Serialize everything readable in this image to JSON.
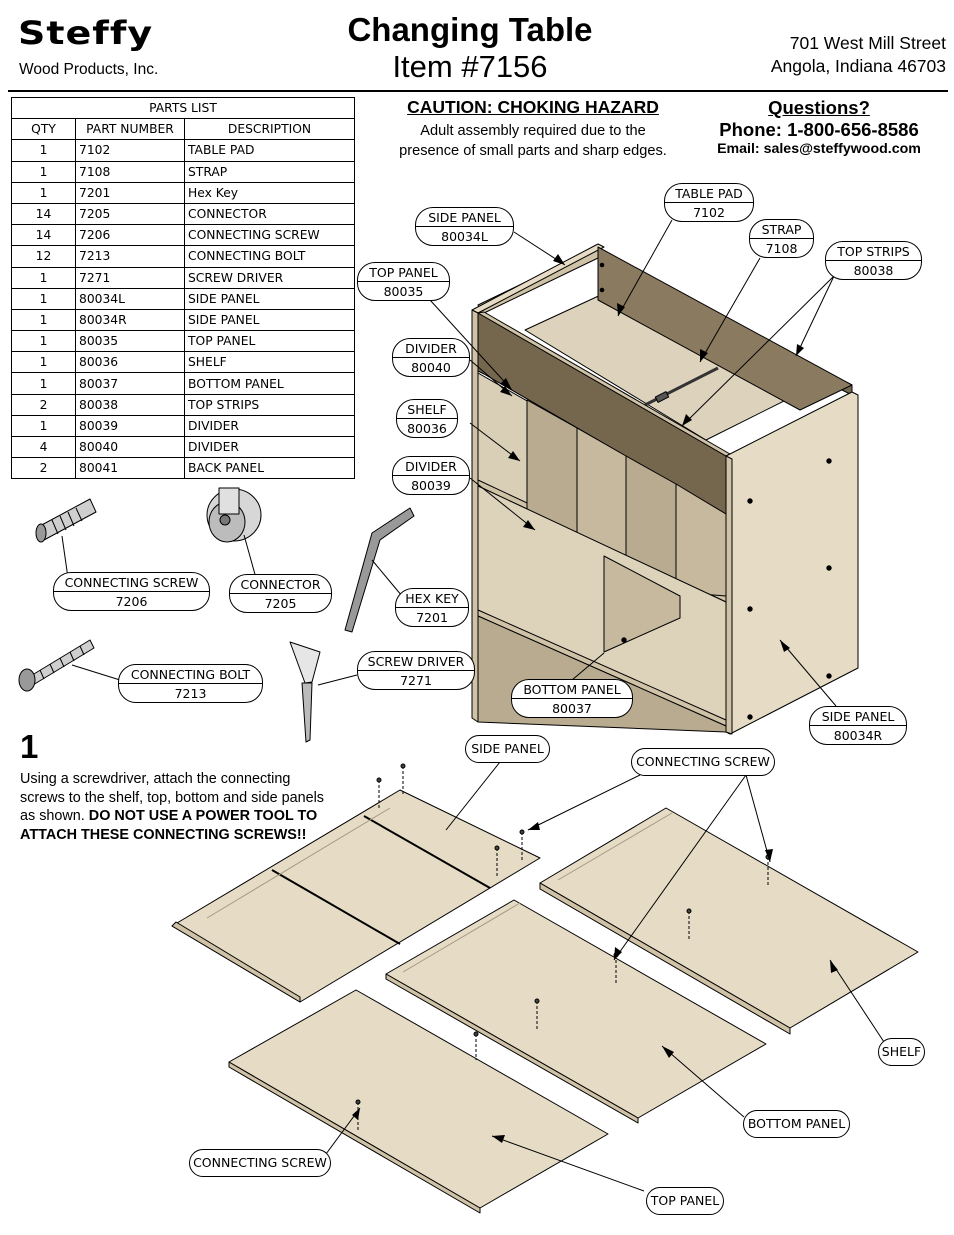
{
  "header": {
    "company": "Steffy",
    "company_sub": "Wood Products, Inc.",
    "title": "Changing Table",
    "item": "Item #7156",
    "address_line1": "701 West Mill Street",
    "address_line2": "Angola, Indiana  46703"
  },
  "parts_list": {
    "title": "PARTS LIST",
    "columns": [
      "QTY",
      "PART NUMBER",
      "DESCRIPTION"
    ],
    "rows": [
      [
        "1",
        "7102",
        "TABLE PAD"
      ],
      [
        "1",
        "7108",
        "STRAP"
      ],
      [
        "1",
        "7201",
        "Hex Key"
      ],
      [
        "14",
        "7205",
        "CONNECTOR"
      ],
      [
        "14",
        "7206",
        "CONNECTING SCREW"
      ],
      [
        "12",
        "7213",
        "CONNECTING BOLT"
      ],
      [
        "1",
        "7271",
        "SCREW DRIVER"
      ],
      [
        "1",
        "80034L",
        "SIDE PANEL"
      ],
      [
        "1",
        "80034R",
        "SIDE PANEL"
      ],
      [
        "1",
        "80035",
        "TOP PANEL"
      ],
      [
        "1",
        "80036",
        "SHELF"
      ],
      [
        "1",
        "80037",
        "BOTTOM PANEL"
      ],
      [
        "2",
        "80038",
        "TOP STRIPS"
      ],
      [
        "1",
        "80039",
        "DIVIDER"
      ],
      [
        "4",
        "80040",
        "DIVIDER"
      ],
      [
        "2",
        "80041",
        "BACK PANEL"
      ]
    ]
  },
  "caution": {
    "title": "CAUTION:  CHOKING HAZARD",
    "line1": "Adult assembly required due to the",
    "line2": "presence of small parts and sharp edges."
  },
  "questions": {
    "title": "Questions?",
    "phone": "Phone: 1-800-656-8586",
    "email": "Email:  sales@steffywood.com"
  },
  "callouts": {
    "table_pad": {
      "label": "TABLE PAD",
      "number": "7102"
    },
    "side_panel_l": {
      "label": "SIDE PANEL",
      "number": "80034L"
    },
    "strap": {
      "label": "STRAP",
      "number": "7108"
    },
    "top_strips": {
      "label": "TOP STRIPS",
      "number": "80038"
    },
    "top_panel": {
      "label": "TOP PANEL",
      "number": "80035"
    },
    "divider_40": {
      "label": "DIVIDER",
      "number": "80040"
    },
    "shelf": {
      "label": "SHELF",
      "number": "80036"
    },
    "divider_39": {
      "label": "DIVIDER",
      "number": "80039"
    },
    "connecting_screw": {
      "label": "CONNECTING SCREW",
      "number": "7206"
    },
    "connector": {
      "label": "CONNECTOR",
      "number": "7205"
    },
    "hex_key": {
      "label": "HEX KEY",
      "number": "7201"
    },
    "connecting_bolt": {
      "label": "CONNECTING BOLT",
      "number": "7213"
    },
    "screw_driver": {
      "label": "SCREW DRIVER",
      "number": "7271"
    },
    "bottom_panel": {
      "label": "BOTTOM PANEL",
      "number": "80037"
    },
    "side_panel_r": {
      "label": "SIDE PANEL",
      "number": "80034R"
    }
  },
  "step1": {
    "number": "1",
    "text": "Using a screwdriver, attach the connecting screws to the shelf, top, bottom  and side panels as shown.",
    "warning": "DO NOT USE A POWER TOOL TO ATTACH THESE CONNECTING SCREWS!!",
    "labels": {
      "side_panel": "SIDE PANEL",
      "connecting_screw_top": "CONNECTING SCREW",
      "shelf": "SHELF",
      "bottom_panel": "BOTTOM PANEL",
      "top_panel": "TOP PANEL",
      "connecting_screw_bottom": "CONNECTING SCREW"
    }
  },
  "colors": {
    "wood_light": "#e6dcc6",
    "wood_mid": "#cfc2a6",
    "wood_dark": "#75664e",
    "outline": "#000000"
  }
}
